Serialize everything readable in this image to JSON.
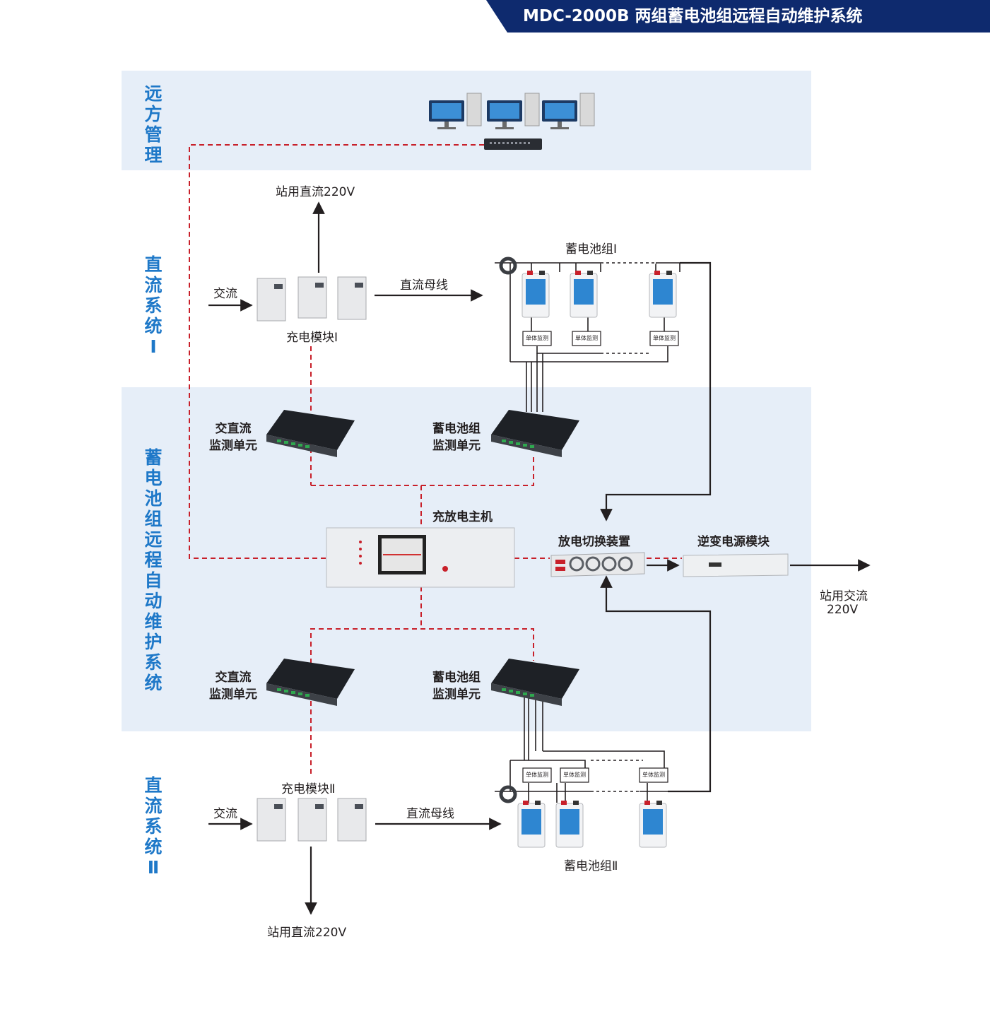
{
  "header": {
    "title": "MDC-2000B 两组蓄电池组远程自动维护系统"
  },
  "sections": {
    "remote": "远方管理",
    "dc1": "直流系统Ⅰ",
    "maintenance": "蓄电池组远程自动维护系统",
    "dc2": "直流系统Ⅱ"
  },
  "labels": {
    "station_dc_top": "站用直流220V",
    "station_dc_bottom": "站用直流220V",
    "ac_in_1": "交流",
    "ac_in_2": "交流",
    "charger_1": "充电模块Ⅰ",
    "charger_2": "充电模块Ⅱ",
    "dc_bus_1": "直流母线",
    "dc_bus_2": "直流母线",
    "battery_group_1": "蓄电池组Ⅰ",
    "battery_group_2": "蓄电池组Ⅱ",
    "cell_monitor": "单体监测",
    "acdc_monitor_l1": "交直流",
    "acdc_monitor_l2": "监测单元",
    "batt_monitor_l1": "蓄电池组",
    "batt_monitor_l2": "监测单元",
    "host": "充放电主机",
    "switch_device": "放电切换装置",
    "inverter": "逆变电源模块",
    "station_ac_l1": "站用交流",
    "station_ac_l2": "220V"
  },
  "colors": {
    "title_bg": "#0e2a6e",
    "section_text": "#1e78c8",
    "band": "#e6eef8",
    "dashed_link": "#c8202a",
    "power_line": "#231f20"
  }
}
